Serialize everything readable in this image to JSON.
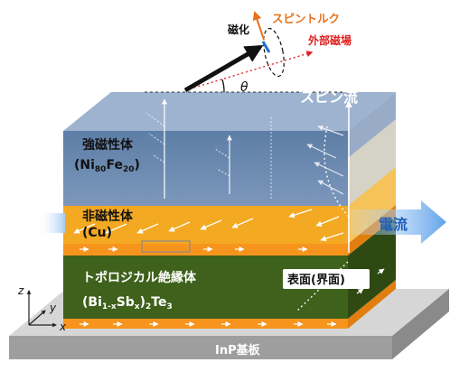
{
  "labels": {
    "magnetization": "磁化",
    "spin_torque": "スピントルク",
    "external_field": "外部磁場",
    "theta": "θ",
    "spin_current": "スピン流",
    "ferromagnet_jp": "強磁性体",
    "ferromagnet_formula": {
      "open": "(Ni",
      "s1": "80",
      "mid": "Fe",
      "s2": "20",
      "close": ")"
    },
    "nonmagnet_jp": "非磁性体",
    "nonmagnet_formula": "(Cu)",
    "current": "電流",
    "ti_jp": "トポロジカル絶縁体",
    "ti_formula": {
      "open": "(Bi",
      "s1": "1-x",
      "mid": "Sb",
      "s2": "x",
      "close": ")",
      "s3": "2",
      "tail": "Te",
      "s4": "3"
    },
    "surface": "表面(界面)",
    "substrate": "InP基板",
    "axis_z": "z",
    "axis_y": "y",
    "axis_x": "x"
  },
  "colors": {
    "ferromagnet": "#6f8fb5",
    "ferromagnet_top": "#8ea8c9",
    "nonmagnet": "#f4a81c",
    "ti": "#3d5e1b",
    "orange_layer": "#f7941d",
    "substrate": "#a9a9a9",
    "torque": "#e8711c",
    "field": "#e02020",
    "current_arrow": "#1f6fd0"
  }
}
